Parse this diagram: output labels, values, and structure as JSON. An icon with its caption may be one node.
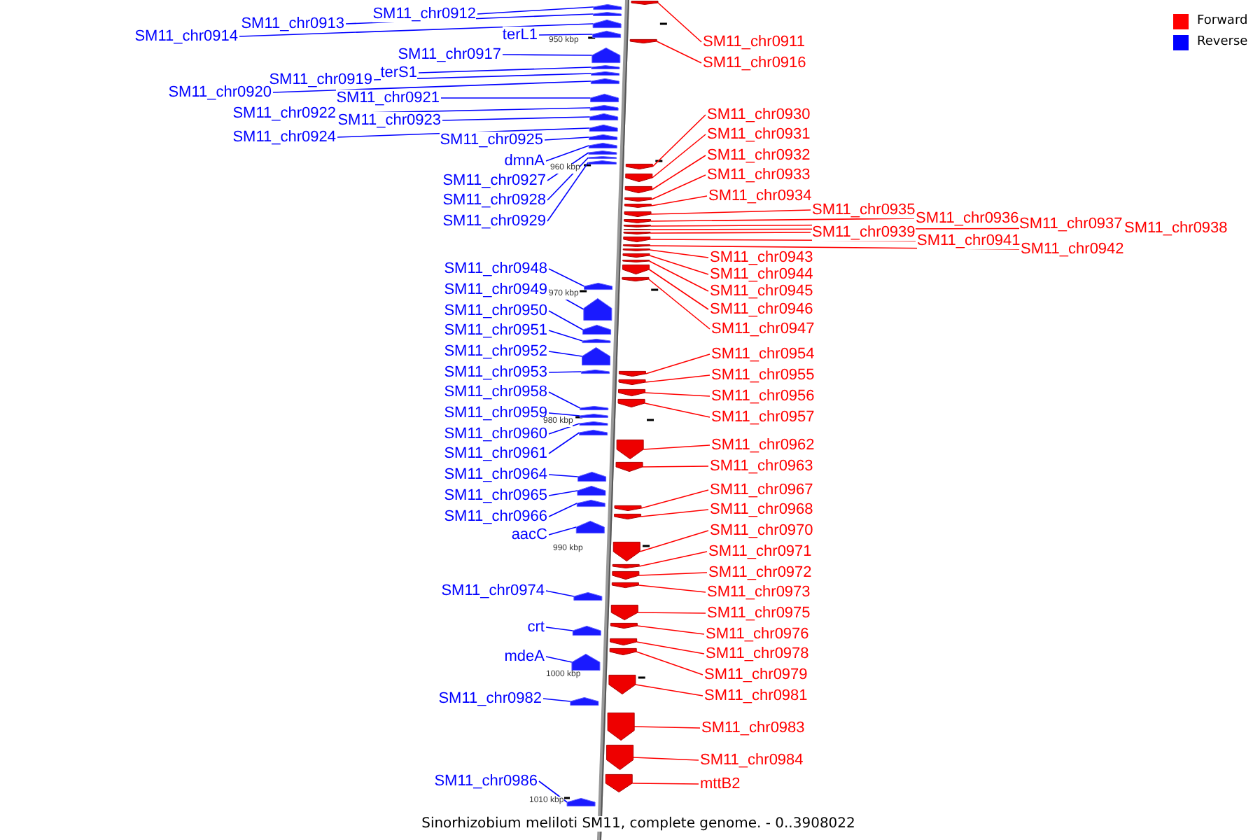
{
  "diagram": {
    "caption": "Sinorhizobium meliloti SM11, complete genome. - 0..3908022",
    "nodes": [
      {
        "text": [
          "SM11_chr0912"
        ]
      },
      {
        "text": [
          "SM11_chr0913"
        ]
      },
      {
        "text": [
          "SM11_chr0914"
        ]
      },
      {
        "text": [
          "terL1"
        ]
      },
      {
        "text": [
          "SM11_chr0917"
        ]
      },
      {
        "text": [
          "terS1"
        ]
      },
      {
        "text": [
          "SM11_chr0919"
        ]
      },
      {
        "text": [
          "SM11_chr0920"
        ]
      },
      {
        "text": [
          "SM11_chr0921"
        ]
      },
      {
        "text": [
          "SM11_chr0922"
        ]
      },
      {
        "text": [
          "SM11_chr0923"
        ]
      },
      {
        "text": [
          "SM11_chr0924"
        ]
      },
      {
        "text": [
          "SM11_chr0925"
        ]
      },
      {
        "text": [
          "dmnA"
        ]
      },
      {
        "text": [
          "SM11_chr0927"
        ]
      },
      {
        "text": [
          "SM11_chr0928"
        ]
      },
      {
        "text": [
          "SM11_chr0929"
        ]
      },
      {
        "text": [
          "SM11_chr0948"
        ]
      },
      {
        "text": [
          "SM11_chr0949"
        ]
      },
      {
        "text": [
          "SM11_chr0950"
        ]
      },
      {
        "text": [
          "SM11_chr0951"
        ]
      },
      {
        "text": [
          "SM11_chr0952"
        ]
      },
      {
        "text": [
          "SM11_chr0953"
        ]
      },
      {
        "text": [
          "SM11_chr0958"
        ]
      },
      {
        "text": [
          "SM11_chr0959"
        ]
      },
      {
        "text": [
          "SM11_chr0960"
        ]
      },
      {
        "text": [
          "SM11_chr0961"
        ]
      },
      {
        "text": [
          "SM11_chr0964"
        ]
      },
      {
        "text": [
          "SM11_chr0965"
        ]
      },
      {
        "text": [
          "SM11_chr0966"
        ]
      },
      {
        "text": [
          "aacC"
        ]
      },
      {
        "text": [
          "SM11_chr0974"
        ]
      },
      {
        "text": [
          "crt"
        ]
      },
      {
        "text": [
          "mdeA"
        ]
      },
      {
        "text": [
          "SM11_chr0982"
        ]
      },
      {
        "text": [
          "SM11_chr0986"
        ]
      },
      {
        "text": [
          "SM11_chr0911"
        ]
      },
      {
        "text": [
          "SM11_chr0916"
        ]
      },
      {
        "text": [
          "SM11_chr0930"
        ]
      },
      {
        "text": [
          "SM11_chr0931"
        ]
      },
      {
        "text": [
          "SM11_chr0932"
        ]
      },
      {
        "text": [
          "SM11_chr0933"
        ]
      },
      {
        "text": [
          "SM11_chr0934"
        ]
      },
      {
        "text": [
          "SM11_chr0935"
        ]
      },
      {
        "text": [
          "SM11_chr0936"
        ]
      },
      {
        "text": [
          "SM11_chr0937"
        ]
      },
      {
        "text": [
          "SM11_chr0938"
        ]
      },
      {
        "text": [
          "SM11_chr0939"
        ]
      },
      {
        "text": [
          "SM11_chr0941"
        ]
      },
      {
        "text": [
          "SM11_chr0942"
        ]
      },
      {
        "text": [
          "SM11_chr0943"
        ]
      },
      {
        "text": [
          "SM11_chr0944"
        ]
      },
      {
        "text": [
          "SM11_chr0945"
        ]
      },
      {
        "text": [
          "SM11_chr0946"
        ]
      },
      {
        "text": [
          "SM11_chr0947"
        ]
      },
      {
        "text": [
          "SM11_chr0954"
        ]
      },
      {
        "text": [
          "SM11_chr0955"
        ]
      },
      {
        "text": [
          "SM11_chr0956"
        ]
      },
      {
        "text": [
          "SM11_chr0957"
        ]
      },
      {
        "text": [
          "SM11_chr0962"
        ]
      },
      {
        "text": [
          "SM11_chr0963"
        ]
      },
      {
        "text": [
          "SM11_chr0967"
        ]
      },
      {
        "text": [
          "SM11_chr0968"
        ]
      },
      {
        "text": [
          "SM11_chr0970"
        ]
      },
      {
        "text": [
          "SM11_chr0971"
        ]
      },
      {
        "text": [
          "SM11_chr0972"
        ]
      },
      {
        "text": [
          "SM11_chr0973"
        ]
      },
      {
        "text": [
          "SM11_chr0975"
        ]
      },
      {
        "text": [
          "SM11_chr0976"
        ]
      },
      {
        "text": [
          "SM11_chr0978"
        ]
      },
      {
        "text": [
          "SM11_chr0979"
        ]
      },
      {
        "text": [
          "SM11_chr0981"
        ]
      },
      {
        "text": [
          "SM11_chr0983"
        ]
      },
      {
        "text": [
          "SM11_chr0984"
        ]
      },
      {
        "text": [
          "mttB2"
        ]
      },
      {
        "text": [],
        "shape": "arrow"
      },
      {
        "text": [],
        "shape": "arrow"
      },
      {
        "text": [],
        "shape": "arrow"
      },
      {
        "text": [],
        "shape": "arrow"
      },
      {
        "text": [],
        "shape": "arrow"
      },
      {
        "text": [],
        "shape": "arrow"
      },
      {
        "text": [],
        "shape": "arrow"
      },
      {
        "text": [],
        "shape": "arrow"
      },
      {
        "text": [],
        "shape": "arrow"
      },
      {
        "text": [],
        "shape": "arrow"
      },
      {
        "text": [],
        "shape": "arrow"
      },
      {
        "text": [],
        "shape": "arrow"
      },
      {
        "text": [],
        "shape": "arrow"
      },
      {
        "text": [],
        "shape": "arrow"
      },
      {
        "text": [],
        "shape": "arrow"
      },
      {
        "text": [],
        "shape": "arrow"
      },
      {
        "text": [],
        "shape": "arrow"
      },
      {
        "text": [],
        "shape": "arrow"
      },
      {
        "text": [],
        "shape": "arrow"
      },
      {
        "text": [],
        "shape": "arrow"
      },
      {
        "text": [],
        "shape": "arrow"
      },
      {
        "text": [],
        "shape": "arrow"
      },
      {
        "text": [],
        "shape": "arrow"
      },
      {
        "text": [],
        "shape": "arrow"
      },
      {
        "text": [],
        "shape": "arrow"
      },
      {
        "text": [],
        "shape": "arrow"
      },
      {
        "text": [],
        "shape": "arrow"
      },
      {
        "text": [],
        "shape": "arrow"
      },
      {
        "text": [],
        "shape": "arrow"
      },
      {
        "text": [],
        "shape": "arrow"
      },
      {
        "text": [],
        "shape": "arrow"
      },
      {
        "text": [],
        "shape": "arrow"
      },
      {
        "text": [],
        "shape": "arrow"
      },
      {
        "text": [],
        "shape": "arrow"
      },
      {
        "text": [],
        "shape": "arrow"
      },
      {
        "text": [],
        "shape": "arrow"
      },
      {
        "text": [],
        "shape": "arrow"
      },
      {
        "text": [],
        "shape": "arrow"
      },
      {
        "text": [],
        "shape": "arrow"
      },
      {
        "text": [],
        "shape": "arrow"
      },
      {
        "text": [],
        "shape": "arrow"
      },
      {
        "text": [],
        "shape": "arrow"
      },
      {
        "text": [],
        "shape": "arrow"
      },
      {
        "text": [],
        "shape": "arrow"
      },
      {
        "text": [],
        "shape": "arrow"
      },
      {
        "text": [],
        "shape": "arrow"
      },
      {
        "text": [],
        "shape": "arrow"
      },
      {
        "text": [],
        "shape": "arrow"
      },
      {
        "text": [],
        "shape": "arrow"
      },
      {
        "text": [],
        "shape": "arrow"
      },
      {
        "text": [],
        "shape": "arrow"
      },
      {
        "text": [],
        "shape": "arrow"
      },
      {
        "text": [],
        "shape": "arrow"
      },
      {
        "text": [],
        "shape": "arrow"
      },
      {
        "text": [],
        "shape": "arrow"
      },
      {
        "text": [],
        "shape": "arrow"
      },
      {
        "text": [],
        "shape": "arrow"
      },
      {
        "text": [],
        "shape": "arrow"
      },
      {
        "text": [],
        "shape": "arrow"
      },
      {
        "text": [],
        "shape": "arrow"
      },
      {
        "text": [],
        "shape": "arrow"
      },
      {
        "text": [],
        "shape": "arrow"
      },
      {
        "text": [],
        "shape": "arrow"
      },
      {
        "text": [],
        "shape": "arrow"
      },
      {
        "text": [],
        "shape": "arrow"
      },
      {
        "text": [],
        "shape": "arrow"
      },
      {
        "text": [],
        "shape": "arrow"
      },
      {
        "text": [],
        "shape": "arrow"
      },
      {
        "text": [],
        "shape": "arrow"
      },
      {
        "text": [],
        "shape": "arrow"
      },
      {
        "text": [],
        "shape": "arrow"
      },
      {
        "text": [],
        "shape": "arrow"
      },
      {
        "text": [],
        "shape": "arrow"
      },
      {
        "text": [],
        "shape": "arrow"
      },
      {
        "text": [],
        "shape": "arrow"
      }
    ],
    "edges": [
      {
        "from": 0,
        "to": 75,
        "arrow": "none",
        "color": "#0000ff"
      },
      {
        "from": 1,
        "to": 76,
        "arrow": "none",
        "color": "#0000ff"
      },
      {
        "from": 2,
        "to": 77,
        "arrow": "none",
        "color": "#0000ff"
      },
      {
        "from": 3,
        "to": 78,
        "arrow": "none",
        "color": "#0000ff"
      },
      {
        "from": 4,
        "to": 79,
        "arrow": "none",
        "color": "#0000ff"
      },
      {
        "from": 5,
        "to": 80,
        "arrow": "none",
        "color": "#0000ff"
      },
      {
        "from": 6,
        "to": 81,
        "arrow": "none",
        "color": "#0000ff"
      },
      {
        "from": 7,
        "to": 82,
        "arrow": "none",
        "color": "#0000ff"
      },
      {
        "from": 8,
        "to": 83,
        "arrow": "none",
        "color": "#0000ff"
      },
      {
        "from": 9,
        "to": 84,
        "arrow": "none",
        "color": "#0000ff"
      },
      {
        "from": 10,
        "to": 85,
        "arrow": "none",
        "color": "#0000ff"
      },
      {
        "from": 11,
        "to": 86,
        "arrow": "none",
        "color": "#0000ff"
      },
      {
        "from": 12,
        "to": 87,
        "arrow": "none",
        "color": "#0000ff"
      },
      {
        "from": 13,
        "to": 88,
        "arrow": "none",
        "color": "#0000ff"
      },
      {
        "from": 14,
        "to": 89,
        "arrow": "none",
        "color": "#0000ff"
      },
      {
        "from": 15,
        "to": 90,
        "arrow": "none",
        "color": "#0000ff"
      },
      {
        "from": 16,
        "to": 91,
        "arrow": "none",
        "color": "#0000ff"
      },
      {
        "from": 17,
        "to": 92,
        "arrow": "none",
        "color": "#0000ff"
      },
      {
        "from": 18,
        "to": 93,
        "arrow": "none",
        "color": "#0000ff"
      },
      {
        "from": 19,
        "to": 94,
        "arrow": "none",
        "color": "#0000ff"
      },
      {
        "from": 20,
        "to": 95,
        "arrow": "none",
        "color": "#0000ff"
      },
      {
        "from": 21,
        "to": 96,
        "arrow": "none",
        "color": "#0000ff"
      },
      {
        "from": 22,
        "to": 97,
        "arrow": "none",
        "color": "#0000ff"
      },
      {
        "from": 23,
        "to": 98,
        "arrow": "none",
        "color": "#0000ff"
      },
      {
        "from": 24,
        "to": 99,
        "arrow": "none",
        "color": "#0000ff"
      },
      {
        "from": 25,
        "to": 100,
        "arrow": "none",
        "color": "#0000ff"
      },
      {
        "from": 26,
        "to": 101,
        "arrow": "none",
        "color": "#0000ff"
      },
      {
        "from": 27,
        "to": 102,
        "arrow": "none",
        "color": "#0000ff"
      },
      {
        "from": 28,
        "to": 103,
        "arrow": "none",
        "color": "#0000ff"
      },
      {
        "from": 29,
        "to": 104,
        "arrow": "none",
        "color": "#0000ff"
      },
      {
        "from": 30,
        "to": 105,
        "arrow": "none",
        "color": "#0000ff"
      },
      {
        "from": 31,
        "to": 106,
        "arrow": "none",
        "color": "#0000ff"
      },
      {
        "from": 32,
        "to": 107,
        "arrow": "none",
        "color": "#0000ff"
      },
      {
        "from": 33,
        "to": 108,
        "arrow": "none",
        "color": "#0000ff"
      },
      {
        "from": 34,
        "to": 109,
        "arrow": "none",
        "color": "#0000ff"
      },
      {
        "from": 35,
        "to": 110,
        "arrow": "none",
        "color": "#0000ff"
      },
      {
        "from": 36,
        "to": 111,
        "arrow": "none"
      },
      {
        "from": 37,
        "to": 112,
        "arrow": "none"
      },
      {
        "from": 38,
        "to": 113,
        "arrow": "none"
      },
      {
        "from": 39,
        "to": 114,
        "arrow": "none"
      },
      {
        "from": 40,
        "to": 115,
        "arrow": "none"
      },
      {
        "from": 41,
        "to": 116,
        "arrow": "none"
      },
      {
        "from": 42,
        "to": 117,
        "arrow": "none"
      },
      {
        "from": 43,
        "to": 118,
        "arrow": "none"
      },
      {
        "from": 44,
        "to": 119,
        "arrow": "none"
      },
      {
        "from": 45,
        "to": 120,
        "arrow": "none"
      },
      {
        "from": 46,
        "to": 121,
        "arrow": "none"
      },
      {
        "from": 47,
        "to": 122,
        "arrow": "none"
      },
      {
        "from": 48,
        "to": 123,
        "arrow": "none"
      },
      {
        "from": 49,
        "to": 124,
        "arrow": "none"
      },
      {
        "from": 50,
        "to": 125,
        "arrow": "none"
      },
      {
        "from": 51,
        "to": 126,
        "arrow": "none"
      },
      {
        "from": 52,
        "to": 127,
        "arrow": "none"
      },
      {
        "from": 53,
        "to": 128,
        "arrow": "none"
      },
      {
        "from": 54,
        "to": 129,
        "arrow": "none"
      },
      {
        "from": 55,
        "to": 130,
        "arrow": "none"
      },
      {
        "from": 56,
        "to": 131,
        "arrow": "none"
      },
      {
        "from": 57,
        "to": 132,
        "arrow": "none"
      },
      {
        "from": 58,
        "to": 133,
        "arrow": "none"
      },
      {
        "from": 59,
        "to": 134,
        "arrow": "none"
      },
      {
        "from": 60,
        "to": 135,
        "arrow": "none"
      },
      {
        "from": 61,
        "to": 136,
        "arrow": "none"
      },
      {
        "from": 62,
        "to": 137,
        "arrow": "none"
      },
      {
        "from": 63,
        "to": 138,
        "arrow": "none"
      },
      {
        "from": 64,
        "to": 139,
        "arrow": "none"
      },
      {
        "from": 65,
        "to": 140,
        "arrow": "none"
      },
      {
        "from": 66,
        "to": 141,
        "arrow": "none"
      },
      {
        "from": 67,
        "to": 142,
        "arrow": "none"
      },
      {
        "from": 68,
        "to": 143,
        "arrow": "none"
      },
      {
        "from": 69,
        "to": 144,
        "arrow": "none"
      },
      {
        "from": 70,
        "to": 145,
        "arrow": "none"
      },
      {
        "from": 71,
        "to": 146,
        "arrow": "none"
      },
      {
        "from": 72,
        "to": 147,
        "arrow": "none"
      },
      {
        "from": 73,
        "to": 148,
        "arrow": "none"
      },
      {
        "from": 74,
        "to": 149,
        "arrow": "none"
      }
    ],
    "labels": [
      "950 kbp",
      "960 kbp",
      "970 kbp",
      "980 kbp",
      "990 kbp",
      "1000 kbp",
      "1010 kbp"
    ],
    "legend": [
      {
        "text": "Forward",
        "color": "#ff0000"
      },
      {
        "text": "Reverse",
        "color": "#0000ff"
      }
    ]
  }
}
